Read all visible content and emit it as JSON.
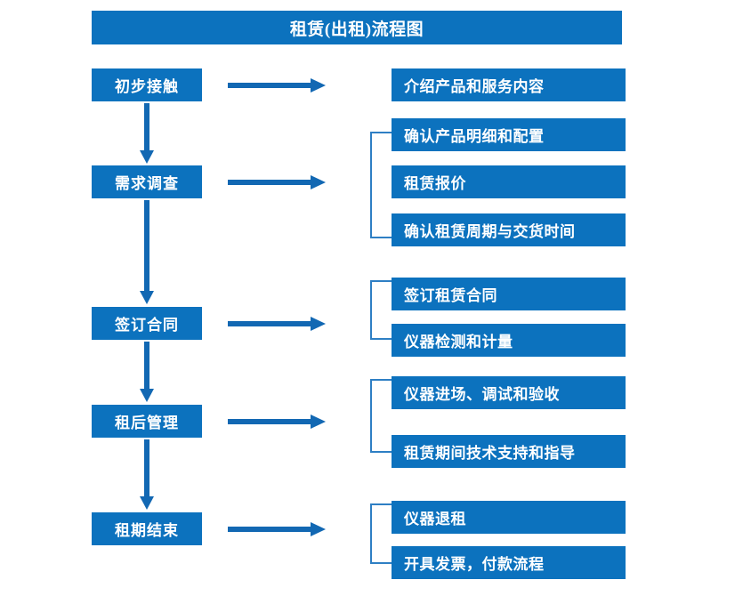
{
  "title": "租赁(出租)流程图",
  "colors": {
    "box_fill": "#0C72BE",
    "box_text": "#FFFFFF",
    "arrow": "#1268B3",
    "bracket": "#2E7FC4",
    "background": "#FFFFFF"
  },
  "stages": [
    {
      "label": "初步接触"
    },
    {
      "label": "需求调查"
    },
    {
      "label": "签订合同"
    },
    {
      "label": "租后管理"
    },
    {
      "label": "租期结束"
    }
  ],
  "details": {
    "group1": [
      {
        "label": "介绍产品和服务内容"
      }
    ],
    "group2": [
      {
        "label": "确认产品明细和配置"
      },
      {
        "label": "租赁报价"
      },
      {
        "label": "确认租赁周期与交货时间"
      }
    ],
    "group3": [
      {
        "label": "签订租赁合同"
      },
      {
        "label": "仪器检测和计量"
      }
    ],
    "group4": [
      {
        "label": "仪器进场、调试和验收"
      },
      {
        "label": "租赁期间技术支持和指导"
      }
    ],
    "group5": [
      {
        "label": "仪器退租"
      },
      {
        "label": "开具发票，付款流程"
      }
    ]
  }
}
